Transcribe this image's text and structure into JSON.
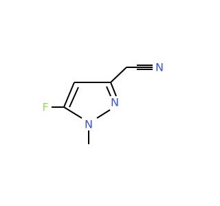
{
  "molecule": {
    "atoms": {
      "fluorine": {
        "symbol": "F",
        "color": "#90e050"
      },
      "n1": {
        "symbol": "N",
        "color": "#3050f8"
      },
      "n2": {
        "symbol": "N",
        "color": "#3050f8"
      },
      "nitrile_n": {
        "symbol": "N",
        "color": "#3050f8"
      }
    },
    "colors": {
      "bond": "#000000"
    }
  }
}
